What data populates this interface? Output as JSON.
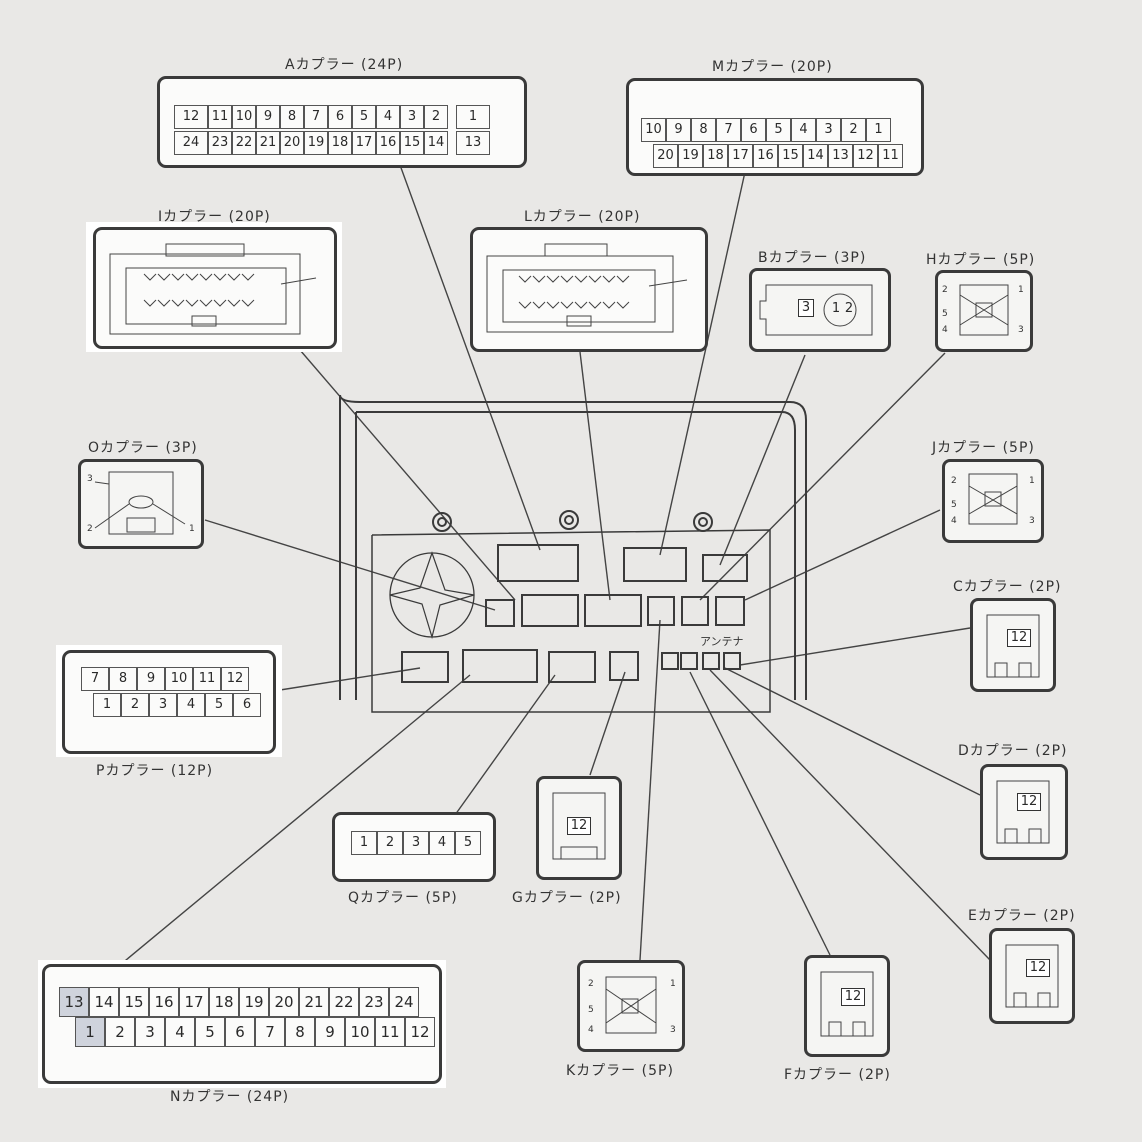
{
  "connectors": {
    "A": {
      "label": "Aカプラー (24P)",
      "top": [
        "12",
        "11",
        "10",
        "9",
        "8",
        "7",
        "6",
        "5",
        "4",
        "3",
        "2",
        "1"
      ],
      "bottom": [
        "24",
        "23",
        "22",
        "21",
        "20",
        "19",
        "18",
        "17",
        "16",
        "15",
        "14",
        "13"
      ]
    },
    "M": {
      "label": "Mカプラー (20P)",
      "top": [
        "10",
        "9",
        "8",
        "7",
        "6",
        "5",
        "4",
        "3",
        "2",
        "1"
      ],
      "bottom": [
        "20",
        "19",
        "18",
        "17",
        "16",
        "15",
        "14",
        "13",
        "12",
        "11"
      ]
    },
    "I": {
      "label": "Iカプラー (20P)"
    },
    "L": {
      "label": "Lカプラー (20P)"
    },
    "B": {
      "label": "Bカプラー (3P)",
      "pins": [
        "3",
        "1",
        "2"
      ]
    },
    "H": {
      "label": "Hカプラー (5P)"
    },
    "O": {
      "label": "Oカプラー (3P)"
    },
    "J": {
      "label": "Jカプラー (5P)"
    },
    "C": {
      "label": "Cカプラー (2P)",
      "pins": "12"
    },
    "D": {
      "label": "Dカプラー (2P)",
      "pins": "12"
    },
    "E": {
      "label": "Eカプラー (2P)",
      "pins": "12"
    },
    "F": {
      "label": "Fカプラー (2P)",
      "pins": "12"
    },
    "G": {
      "label": "Gカプラー (2P)",
      "pins": "12"
    },
    "K": {
      "label": "Kカプラー (5P)"
    },
    "P": {
      "label": "Pカプラー (12P)",
      "top": [
        "7",
        "8",
        "9",
        "10",
        "11",
        "12"
      ],
      "bottom": [
        "1",
        "2",
        "3",
        "4",
        "5",
        "6"
      ]
    },
    "Q": {
      "label": "Qカプラー (5P)",
      "pins": [
        "1",
        "2",
        "3",
        "4",
        "5"
      ]
    },
    "N": {
      "label": "Nカプラー (24P)",
      "top": [
        "13",
        "14",
        "15",
        "16",
        "17",
        "18",
        "19",
        "20",
        "21",
        "22",
        "23",
        "24"
      ],
      "bottom": [
        "1",
        "2",
        "3",
        "4",
        "5",
        "6",
        "7",
        "8",
        "9",
        "10",
        "11",
        "12"
      ]
    }
  },
  "five_pin_numbers": [
    "2",
    "1",
    "5",
    "4",
    "3"
  ],
  "three_pin_numbers": [
    "3",
    "2",
    "1"
  ],
  "unit_text": "アンテナ"
}
